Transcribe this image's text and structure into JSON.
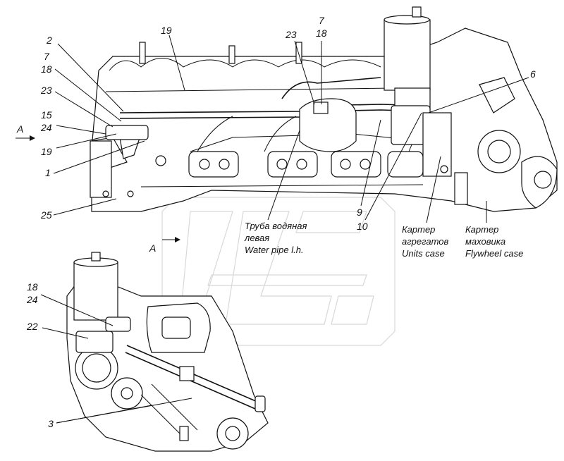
{
  "view_marker_top": "A",
  "view_marker_bottom": "A",
  "callouts": {
    "c2": "2",
    "c7a": "7",
    "c18a": "18",
    "c23a": "23",
    "c15": "15",
    "c24a": "24",
    "c19a": "19",
    "c1": "1",
    "c25": "25",
    "c19b": "19",
    "c23b": "23",
    "c7b": "7",
    "c18b": "18",
    "c6": "6",
    "c9": "9",
    "c10": "10",
    "c18c": "18",
    "c24b": "24",
    "c22": "22",
    "c3": "3"
  },
  "labels": {
    "water_pipe_ru1": "Труба водяная",
    "water_pipe_ru2": "левая",
    "water_pipe_en": "Water pipe l.h.",
    "units_ru1": "Картер",
    "units_ru2": "агрегатов",
    "units_en": "Units case",
    "flywheel_ru1": "Картер",
    "flywheel_ru2": "маховика",
    "flywheel_en": "Flywheel case"
  }
}
